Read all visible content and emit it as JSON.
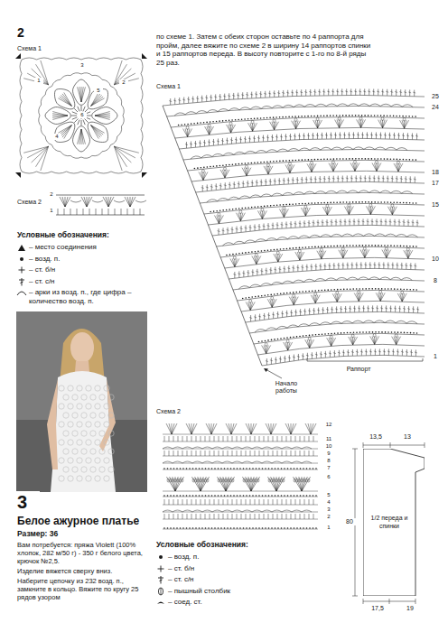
{
  "diagram": {
    "title": "Белое ажурное платье",
    "nodes": [
      {
        "text": [
          "1/2 переда и спинки"
        ]
      }
    ],
    "labels": [
      "2",
      "Схема 1",
      "6",
      "5",
      "4",
      "3",
      "2",
      "1",
      "Схема 2",
      "2",
      "1",
      "Условные обозначения:",
      "3",
      "Размер: 36",
      "Вам потребуется: пряжа Violett (100% хлопок, 282 м/50 г) - 350 г белого цвета, крючок №2,5.",
      "Изделие вяжется сверху вниз.",
      "Наберите цепочку из 232 возд. п., замкните в кольцо. Вяжите по кругу 25 рядов узором",
      "по схеме 1. Затем с обеих сторон оставьте по 4 раппорта для пройм, далее вяжите по схеме 2 в ширину 14 раппортов спинки и 15 раппортов переда. В высоту повторите с 1-го по 8-й ряды 25 раз.",
      "Схема 1",
      "25",
      "24",
      "18",
      "17",
      "15",
      "10",
      "8",
      "1",
      "Раппорт",
      "Начало работы",
      "Схема 2",
      "12",
      "11",
      "10",
      "9",
      "8",
      "7",
      "6",
      "5",
      "4",
      "3",
      "2",
      "1",
      "Условные обозначения:",
      "13,5",
      "13",
      "80",
      "17,5",
      "19"
    ],
    "legend": [
      {
        "text": "– место соединения"
      },
      {
        "text": "– возд. п."
      },
      {
        "text": "– ст. б/н"
      },
      {
        "text": "– ст. с/н"
      },
      {
        "text": "– арки из возд. п., где цифра – количество возд. п."
      },
      {
        "text": "– возд. п."
      },
      {
        "text": "– ст. б/н"
      },
      {
        "text": "– ст. с/н"
      },
      {
        "text": "– пышный столбик"
      },
      {
        "text": "– соед. ст."
      }
    ]
  }
}
